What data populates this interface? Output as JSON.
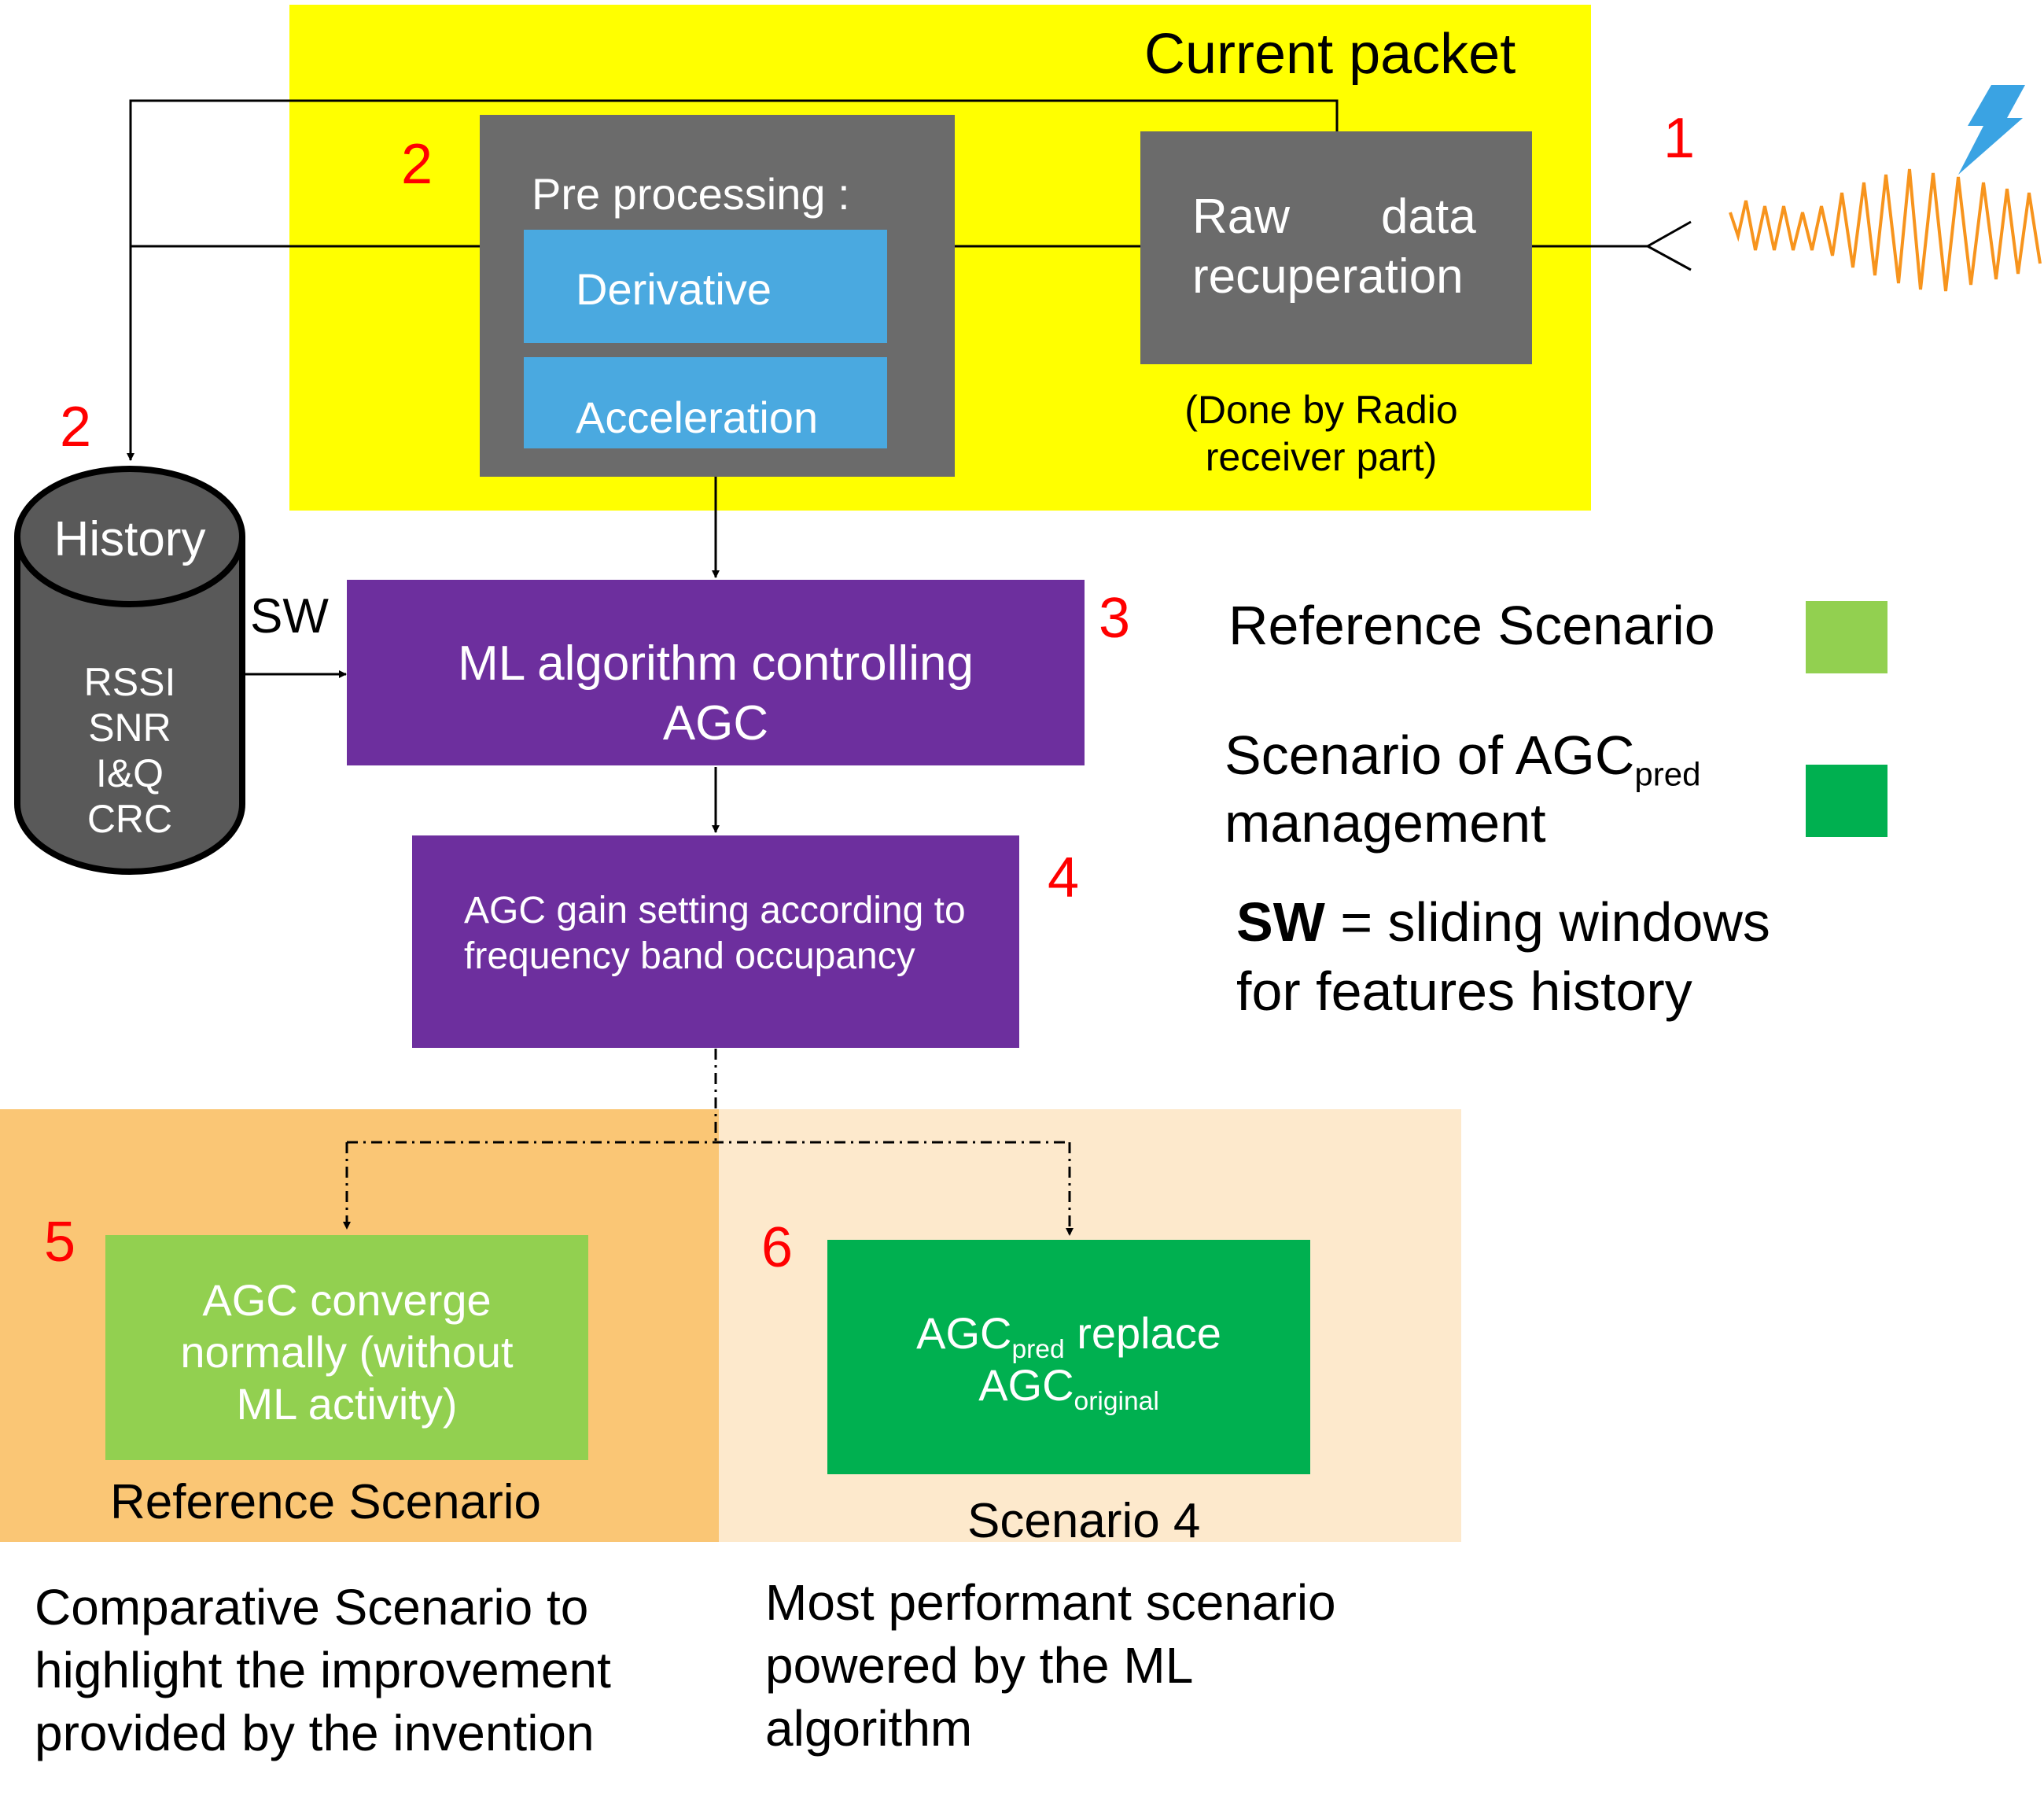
{
  "colors": {
    "current_packet_bg": "#ffff00",
    "gray_box": "#6b6b6b",
    "blue_box": "#4aa9e0",
    "purple_box": "#6d2f9e",
    "light_green": "#92d050",
    "dark_green": "#00b050",
    "orange_region": "#fac675",
    "peach_region": "#fde9cc",
    "step_number": "#ff0000",
    "signal": "#f7941d",
    "lightning": "#3aa3e3"
  },
  "current_packet": {
    "title": "Current packet",
    "raw_data": {
      "line1_a": "Raw",
      "line1_b": "data",
      "line2": "recuperation"
    },
    "radio_note": {
      "line1": "(Done by Radio",
      "line2": "receiver part)"
    },
    "preprocessing": {
      "title": "Pre processing :",
      "derivative": "Derivative",
      "acceleration": "Acceleration"
    }
  },
  "steps": {
    "s1": "1",
    "s2a": "2",
    "s2b": "2",
    "s3": "3",
    "s4": "4",
    "s5": "5",
    "s6": "6"
  },
  "history": {
    "title": "History",
    "features": [
      "RSSI",
      "SNR",
      "I&Q",
      "CRC"
    ]
  },
  "sw_label": "SW",
  "ml_box": {
    "line1": "ML algorithm controlling",
    "line2": "AGC"
  },
  "agc_gain": {
    "line1": "AGC gain setting according to",
    "line2": "frequency band occupancy"
  },
  "reference_box": {
    "line1": "AGC converge",
    "line2": "normally (without",
    "line3": "ML activity)"
  },
  "pred_box": {
    "agc1": "AGC",
    "sub1": "pred",
    "rest1": " replace",
    "agc2": "AGC",
    "sub2": "original"
  },
  "region_labels": {
    "reference": "Reference Scenario",
    "scenario4": "Scenario 4"
  },
  "legend": {
    "reference": "Reference Scenario",
    "pred_prefix": "Scenario of AGC",
    "pred_sub": "pred",
    "pred_line2": "management",
    "sw_bold": "SW",
    "sw_rest": " = sliding windows",
    "sw_line2": "for features history"
  },
  "captions": {
    "left": [
      "Comparative Scenario to",
      "highlight the improvement",
      "provided by the invention"
    ],
    "right": [
      "Most performant scenario",
      "powered by the ML",
      "algorithm"
    ]
  }
}
